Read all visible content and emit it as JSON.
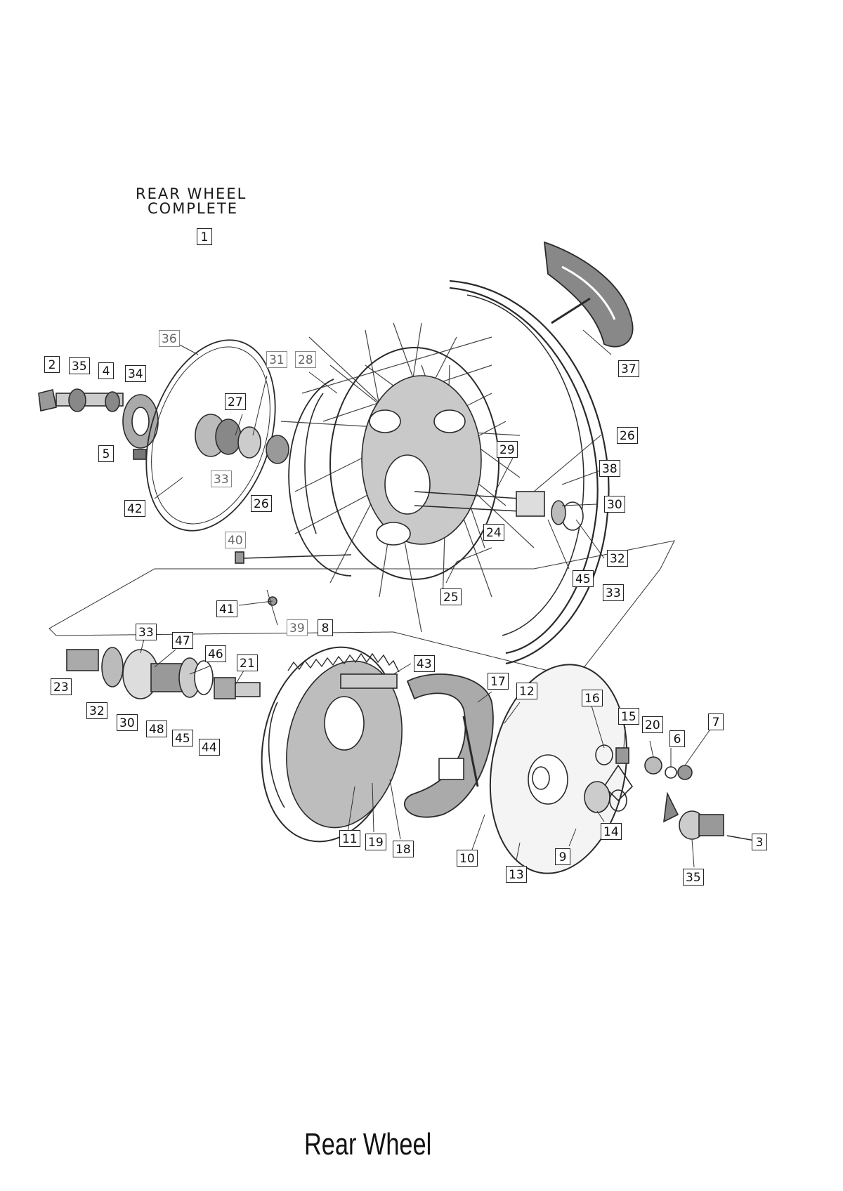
{
  "title": {
    "line1": "REAR WHEEL",
    "line2": "COMPLETE"
  },
  "footer": "Rear Wheel",
  "labels": {
    "l1": "1",
    "l2": "2",
    "l35a": "35",
    "l4": "4",
    "l34": "34",
    "l5": "5",
    "l36": "36",
    "l31": "31",
    "l28": "28",
    "l27": "27",
    "l33a": "33",
    "l42": "42",
    "l26a": "26",
    "l37": "37",
    "l29": "29",
    "l26b": "26",
    "l38": "38",
    "l30a": "30",
    "l24": "24",
    "l32a": "32",
    "l45a": "45",
    "l33b": "33",
    "l25": "25",
    "l40": "40",
    "l41": "41",
    "l39": "39",
    "l8": "8",
    "l33c": "33",
    "l47": "47",
    "l46": "46",
    "l21": "21",
    "l43": "43",
    "l23": "23",
    "l32b": "32",
    "l30b": "30",
    "l48": "48",
    "l45b": "45",
    "l44": "44",
    "l17": "17",
    "l12": "12",
    "l16": "16",
    "l15": "15",
    "l20": "20",
    "l6": "6",
    "l7": "7",
    "l11": "11",
    "l19": "19",
    "l18": "18",
    "l10": "10",
    "l13": "13",
    "l9": "9",
    "l14": "14",
    "l3": "3",
    "l35b": "35"
  }
}
